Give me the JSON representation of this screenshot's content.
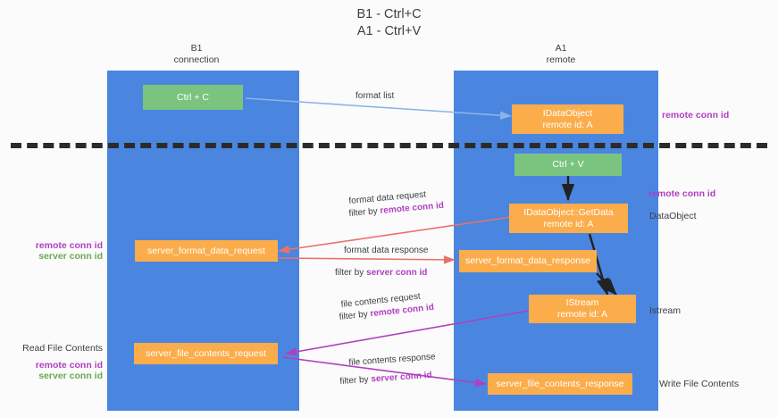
{
  "title": "B1 - Ctrl+C\nA1 - Ctrl+V",
  "columns": [
    {
      "name": "left-lane",
      "header": "B1\nconnection"
    },
    {
      "name": "right-lane",
      "header": "A1\nremote"
    }
  ],
  "nodes": [
    {
      "id": "ctrl-c",
      "label": "Ctrl + C",
      "color": "#7bc47f"
    },
    {
      "id": "idataobject",
      "label": "IDataObject\nremote id: A",
      "color": "#fbad4b"
    },
    {
      "id": "ctrl-v",
      "label": "Ctrl + V",
      "color": "#7bc47f"
    },
    {
      "id": "idataobject-getdata",
      "label": "IDataObject::GetData\nremote id: A",
      "color": "#fbad4b"
    },
    {
      "id": "server-format-data-request",
      "label": "server_format_data_request",
      "color": "#fbad4b"
    },
    {
      "id": "server-format-data-response",
      "label": "server_format_data_response",
      "color": "#fbad4b"
    },
    {
      "id": "istream",
      "label": "IStream\nremote id: A",
      "color": "#fbad4b"
    },
    {
      "id": "server-file-contents-request",
      "label": "server_file_contents_request",
      "color": "#fbad4b"
    },
    {
      "id": "server-file-contents-response",
      "label": "server_file_contents_response",
      "color": "#fbad4b"
    }
  ],
  "edge_labels": {
    "format_list": "format list",
    "format_data_request": "format data request",
    "format_data_request_filter_prefix": "filter by ",
    "format_data_request_filter_key": "remote conn id",
    "format_data_response": "format data response",
    "format_data_response_filter_prefix": "filter by ",
    "format_data_response_filter_key": "server conn id",
    "file_contents_request": "file contents request",
    "file_contents_request_filter_prefix": "filter by ",
    "file_contents_request_filter_key": "remote conn id",
    "file_contents_response": "file contents response",
    "file_contents_response_filter_prefix": "filter by ",
    "file_contents_response_filter_key": "server conn id"
  },
  "right_annotations": [
    {
      "id": "remote-conn-id-top",
      "text": "remote conn id",
      "color": "#b040c0"
    },
    {
      "id": "remote-conn-id-mid",
      "text": "remote conn id",
      "color": "#b040c0"
    },
    {
      "id": "dataobject",
      "text": "DataObject",
      "color": "#3c4043"
    },
    {
      "id": "istream-label",
      "text": "Istream",
      "color": "#3c4043"
    },
    {
      "id": "write-file-contents",
      "text": "Write File Contents",
      "color": "#3c4043"
    }
  ],
  "left_annotations": [
    {
      "id": "remote-conn-id-left-1",
      "text": "remote conn id",
      "color": "#b040c0"
    },
    {
      "id": "server-conn-id-left-1",
      "text": "server conn id",
      "color": "#6aa84f"
    },
    {
      "id": "read-file-contents",
      "text": "Read File Contents",
      "color": "#3c4043"
    },
    {
      "id": "remote-conn-id-left-2",
      "text": "remote conn id",
      "color": "#b040c0"
    },
    {
      "id": "server-conn-id-left-2",
      "text": "server conn id",
      "color": "#6aa84f"
    }
  ],
  "colors": {
    "lane": "#4a86e0",
    "green_node": "#7bc47f",
    "orange_node": "#fbad4b",
    "divider": "#2b2b2b",
    "arrow_blue": "#8ab4e8",
    "arrow_red": "#e8726a",
    "arrow_purple": "#b040c0",
    "arrow_black": "#222222",
    "background": "#fbfbfb"
  }
}
